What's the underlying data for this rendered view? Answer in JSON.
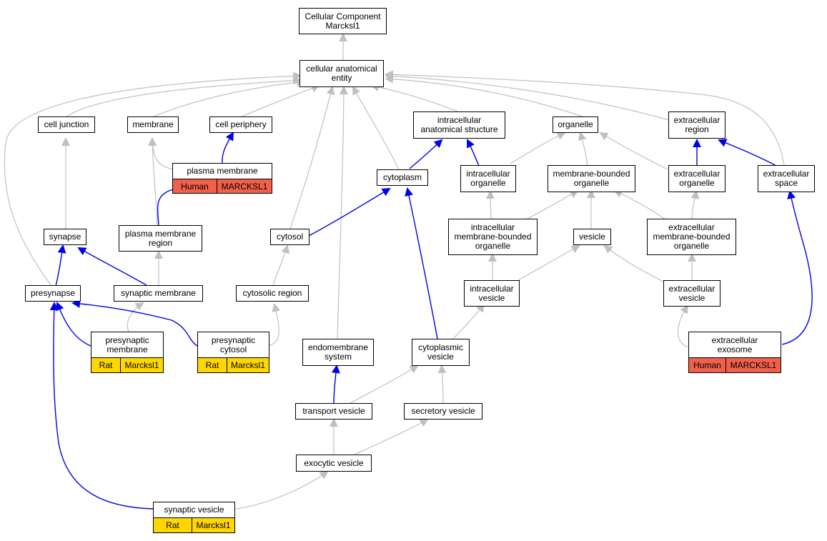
{
  "colors": {
    "is_a_edge": "#c0c0c0",
    "part_of_edge": "#0000ee",
    "rat_badge": "#ffd700",
    "human_badge": "#f0604a"
  },
  "nodes": {
    "root": "Cellular Component\nMarcksl1",
    "cae": "cellular anatomical\nentity",
    "cell_junction": "cell junction",
    "membrane": "membrane",
    "cell_periphery": "cell periphery",
    "intra_anat": "intracellular\nanatomical structure",
    "organelle": "organelle",
    "extra_region": "extracellular\nregion",
    "plasma_membrane": "plasma membrane",
    "cytoplasm": "cytoplasm",
    "intra_organelle": "intracellular\norganelle",
    "mb_organelle": "membrane-bounded\norganelle",
    "extra_organelle": "extracellular\norganelle",
    "extra_space": "extracellular\nspace",
    "synapse": "synapse",
    "pm_region": "plasma membrane\nregion",
    "cytosol": "cytosol",
    "intra_mb_organelle": "intracellular\nmembrane-bounded\norganelle",
    "vesicle": "vesicle",
    "extra_mb_organelle": "extracellular\nmembrane-bounded\norganelle",
    "presynapse": "presynapse",
    "synaptic_membrane": "synaptic membrane",
    "cytosolic_region": "cytosolic region",
    "intra_vesicle": "intracellular\nvesicle",
    "extra_vesicle": "extracellular\nvesicle",
    "presyn_membrane": "presynaptic\nmembrane",
    "presyn_cytosol": "presynaptic\ncytosol",
    "endomembrane": "endomembrane\nsystem",
    "cyto_vesicle": "cytoplasmic\nvesicle",
    "extra_exosome": "extracellular\nexosome",
    "transport_vesicle": "transport vesicle",
    "secretory_vesicle": "secretory vesicle",
    "exocytic_vesicle": "exocytic vesicle",
    "synaptic_vesicle": "synaptic vesicle"
  },
  "annotations": {
    "plasma_membrane": {
      "species": "Human",
      "gene": "MARCKSL1"
    },
    "presyn_membrane": {
      "species": "Rat",
      "gene": "Marcksl1"
    },
    "presyn_cytosol": {
      "species": "Rat",
      "gene": "Marcksl1"
    },
    "extra_exosome": {
      "species": "Human",
      "gene": "MARCKSL1"
    },
    "synaptic_vesicle": {
      "species": "Rat",
      "gene": "Marcksl1"
    }
  }
}
